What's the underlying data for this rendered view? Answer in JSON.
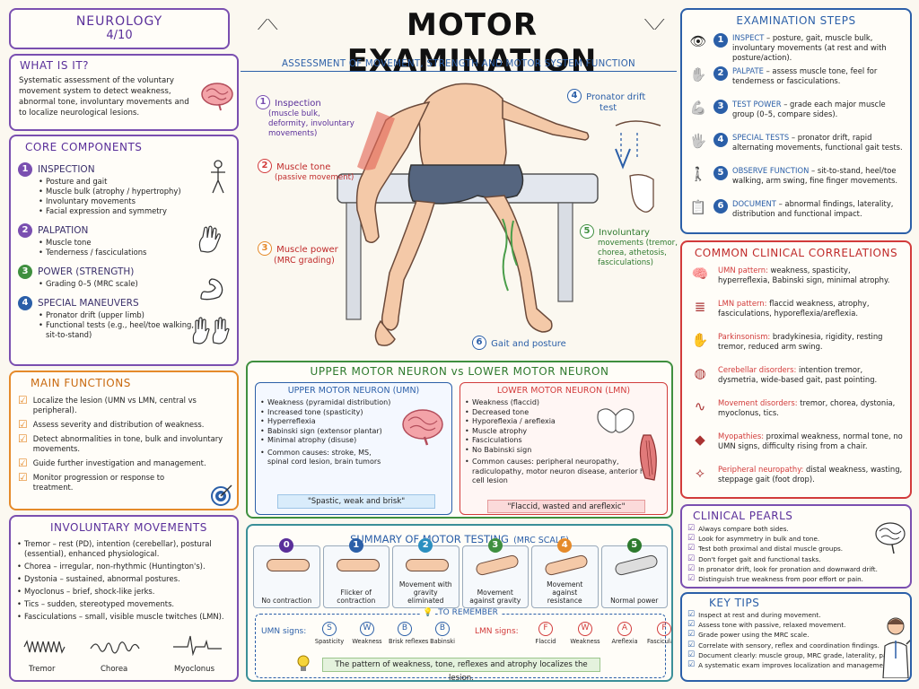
{
  "title": "MOTOR EXAMINATION",
  "subtitle": "ASSESSMENT OF MOVEMENT, STRENGTH AND MOTOR SYSTEM FUNCTION",
  "badge": {
    "line1": "NEUROLOGY",
    "line2": "4/10"
  },
  "what_is_it": {
    "heading": "WHAT IS IT?",
    "text": "Systematic assessment of the voluntary movement system to detect weakness, abnormal tone, involuntary movements and to localize neurological lesions."
  },
  "core": {
    "heading": "CORE COMPONENTS",
    "items": [
      {
        "n": "1",
        "title": "INSPECTION",
        "bullets": [
          "Posture and gait",
          "Muscle bulk (atrophy / hypertrophy)",
          "Involuntary movements",
          "Facial expression and symmetry"
        ]
      },
      {
        "n": "2",
        "title": "PALPATION",
        "bullets": [
          "Muscle tone",
          "Tenderness / fasciculations"
        ]
      },
      {
        "n": "3",
        "title": "POWER (STRENGTH)",
        "bullets": [
          "Grading 0–5 (MRC scale)"
        ]
      },
      {
        "n": "4",
        "title": "SPECIAL MANEUVERS",
        "bullets": [
          "Pronator drift (upper limb)",
          "Functional tests (e.g., heel/toe walking, sit-to-stand)"
        ]
      }
    ]
  },
  "main_functions": {
    "heading": "MAIN FUNCTIONS",
    "items": [
      "Localize the lesion (UMN vs LMN, central vs peripheral).",
      "Assess severity and distribution of weakness.",
      "Detect abnormalities in tone, bulk and involuntary movements.",
      "Guide further investigation and management.",
      "Monitor progression or response to treatment."
    ]
  },
  "involuntary": {
    "heading": "INVOLUNTARY MOVEMENTS",
    "items": [
      "Tremor – rest (PD), intention (cerebellar), postural (essential), enhanced physiological.",
      "Chorea – irregular, non-rhythmic (Huntington's).",
      "Dystonia – sustained, abnormal postures.",
      "Myoclonus – brief, shock-like jerks.",
      "Tics – sudden, stereotyped movements.",
      "Fasciculations – small, visible muscle twitches (LMN)."
    ],
    "waves": [
      "Tremor",
      "Chorea",
      "Myoclonus"
    ]
  },
  "figure_labels": [
    {
      "n": "1",
      "text": "Inspection",
      "sub": "(muscle bulk, deformity, involuntary movements)"
    },
    {
      "n": "2",
      "text": "Muscle tone",
      "sub": "(passive movement)"
    },
    {
      "n": "3",
      "text": "Muscle power",
      "sub": "(MRC grading)"
    },
    {
      "n": "4",
      "text": "Pronator drift",
      "sub": "test"
    },
    {
      "n": "5",
      "text": "Involuntary",
      "sub": "movements (tremor, chorea, athetosis, fasciculations)"
    },
    {
      "n": "6",
      "text": "Gait and posture",
      "sub": ""
    }
  ],
  "umn_lmn": {
    "heading": "UPPER MOTOR NEURON vs LOWER MOTOR NEURON",
    "umn": {
      "title": "UPPER MOTOR NEURON (UMN)",
      "items": [
        "Weakness (pyramidal distribution)",
        "Increased tone (spasticity)",
        "Hyperreflexia",
        "Babinski sign (extensor plantar)",
        "Minimal atrophy (disuse)",
        "Common causes: stroke, MS, spinal cord lesion, brain tumors"
      ],
      "tag": "\"Spastic, weak and brisk\""
    },
    "lmn": {
      "title": "LOWER MOTOR NEURON (LMN)",
      "items": [
        "Weakness (flaccid)",
        "Decreased tone",
        "Hyporeflexia / areflexia",
        "Muscle atrophy",
        "Fasciculations",
        "No Babinski sign",
        "Common causes: peripheral neuropathy, radiculopathy, motor neuron disease, anterior horn cell lesion"
      ],
      "tag": "\"Flaccid, wasted and areflexic\""
    }
  },
  "mrc": {
    "heading": "SUMMARY OF MOTOR TESTING",
    "heading_sub": "(MRC SCALE)",
    "grades": [
      {
        "n": "0",
        "label": "No contraction"
      },
      {
        "n": "1",
        "label": "Flicker of contraction"
      },
      {
        "n": "2",
        "label": "Movement with gravity eliminated"
      },
      {
        "n": "3",
        "label": "Movement against gravity"
      },
      {
        "n": "4",
        "label": "Movement against resistance"
      },
      {
        "n": "5",
        "label": "Normal power"
      }
    ],
    "remember": "TO REMEMBER",
    "umn_signs_label": "UMN signs:",
    "umn_signs": [
      {
        "l": "S",
        "t": "Spasticity"
      },
      {
        "l": "W",
        "t": "Weakness"
      },
      {
        "l": "B",
        "t": "Brisk reflexes"
      },
      {
        "l": "B",
        "t": "Babinski"
      }
    ],
    "lmn_signs_label": "LMN signs:",
    "lmn_signs": [
      {
        "l": "F",
        "t": "Flaccid"
      },
      {
        "l": "W",
        "t": "Weakness"
      },
      {
        "l": "A",
        "t": "Areflexia"
      },
      {
        "l": "F",
        "t": "Fasciculations"
      }
    ],
    "pearl": "The pattern of weakness, tone, reflexes and atrophy localizes the lesion."
  },
  "steps": {
    "heading": "EXAMINATION STEPS",
    "items": [
      {
        "n": "1",
        "title": "INSPECT",
        "text": " – posture, gait, muscle bulk, involuntary movements (at rest and with posture/action)."
      },
      {
        "n": "2",
        "title": "PALPATE",
        "text": " – assess muscle tone, feel for tenderness or fasciculations."
      },
      {
        "n": "3",
        "title": "TEST POWER",
        "text": " – grade each major muscle group (0–5, compare sides)."
      },
      {
        "n": "4",
        "title": "SPECIAL TESTS",
        "text": " – pronator drift, rapid alternating movements, functional gait tests."
      },
      {
        "n": "5",
        "title": "OBSERVE FUNCTION",
        "text": " – sit-to-stand, heel/toe walking, arm swing, fine finger movements."
      },
      {
        "n": "6",
        "title": "DOCUMENT",
        "text": " – abnormal findings, laterality, distribution and functional impact."
      }
    ]
  },
  "correlations": {
    "heading": "COMMON CLINICAL CORRELATIONS",
    "items": [
      {
        "title": "UMN pattern:",
        "text": " weakness, spasticity, hyperreflexia, Babinski sign, minimal atrophy."
      },
      {
        "title": "LMN pattern:",
        "text": " flaccid weakness, atrophy, fasciculations, hyporeflexia/areflexia."
      },
      {
        "title": "Parkinsonism:",
        "text": " bradykinesia, rigidity, resting tremor, reduced arm swing."
      },
      {
        "title": "Cerebellar disorders:",
        "text": " intention tremor, dysmetria, wide-based gait, past pointing."
      },
      {
        "title": "Movement disorders:",
        "text": " tremor, chorea, dystonia, myoclonus, tics."
      },
      {
        "title": "Myopathies:",
        "text": " proximal weakness, normal tone, no UMN signs, difficulty rising from a chair."
      },
      {
        "title": "Peripheral neuropathy:",
        "text": " distal weakness, wasting, steppage gait (foot drop)."
      }
    ]
  },
  "pearls": {
    "heading": "CLINICAL PEARLS",
    "items": [
      "Always compare both sides.",
      "Look for asymmetry in bulk and tone.",
      "Test both proximal and distal muscle groups.",
      "Don't forget gait and functional tasks.",
      "In pronator drift, look for pronation and downward drift.",
      "Distinguish true weakness from poor effort or pain."
    ]
  },
  "tips": {
    "heading": "KEY TIPS",
    "items": [
      "Inspect at rest and during movement.",
      "Assess tone with passive, relaxed movement.",
      "Grade power using the MRC scale.",
      "Correlate with sensory, reflex and coordination findings.",
      "Document clearly: muscle group, MRC grade, laterality, pattern.",
      "A systematic exam improves localization and management!"
    ]
  },
  "colors": {
    "purple": "#7a4fb0",
    "blue": "#2b5fa8",
    "orange": "#e58a2a",
    "red": "#d23b3b",
    "green": "#3f8f3f"
  }
}
